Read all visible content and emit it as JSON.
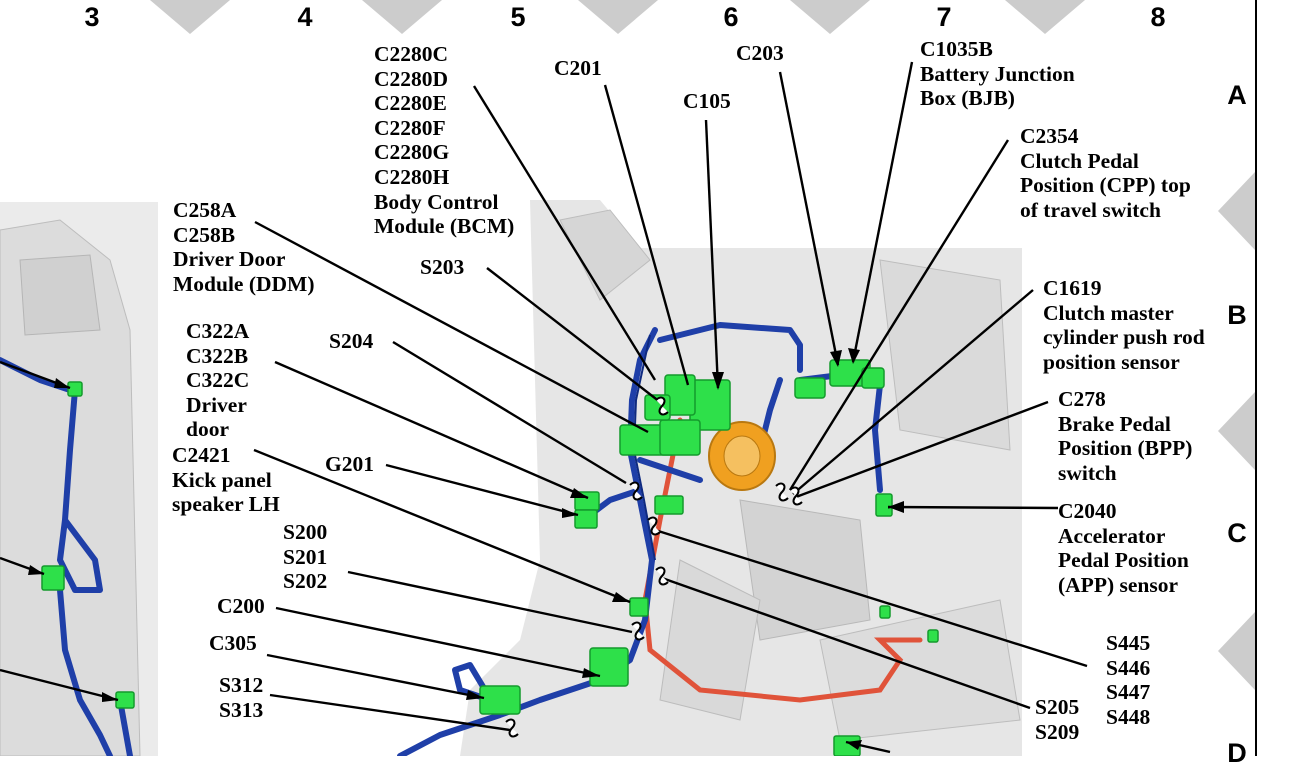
{
  "grid": {
    "columns": [
      "3",
      "4",
      "5",
      "6",
      "7",
      "8"
    ],
    "rows": [
      "A",
      "B",
      "C",
      "D"
    ]
  },
  "callouts": {
    "c2280": [
      "C2280C",
      "C2280D",
      "C2280E",
      "C2280F",
      "C2280G",
      "C2280H",
      "Body Control",
      "Module (BCM)"
    ],
    "c201": [
      "C201"
    ],
    "c105": [
      "C105"
    ],
    "c203": [
      "C203"
    ],
    "c1035b": [
      "C1035B",
      "Battery Junction",
      "Box (BJB)"
    ],
    "c2354": [
      "C2354",
      "Clutch Pedal",
      "Position (CPP) top",
      "of travel switch"
    ],
    "c258": [
      "C258A",
      "C258B",
      "Driver Door",
      "Module (DDM)"
    ],
    "s203": [
      "S203"
    ],
    "c1619": [
      "C1619",
      "Clutch master",
      "cylinder push rod",
      "position sensor"
    ],
    "c322": [
      "C322A",
      "C322B",
      "C322C",
      "Driver",
      "door"
    ],
    "s204": [
      "S204"
    ],
    "c278": [
      "C278",
      "Brake Pedal",
      "Position (BPP)",
      "switch"
    ],
    "c2421": [
      "C2421",
      "Kick panel",
      "speaker LH"
    ],
    "g201": [
      "G201"
    ],
    "c2040": [
      "C2040",
      "Accelerator",
      "Pedal Position",
      "(APP) sensor"
    ],
    "s200": [
      "S200",
      "S201",
      "S202"
    ],
    "c200": [
      "C200"
    ],
    "c305": [
      "C305"
    ],
    "s312": [
      "S312",
      "S313"
    ],
    "s445": [
      "S445",
      "S446",
      "S447",
      "S448"
    ],
    "s205": [
      "S205",
      "S209"
    ]
  },
  "colors": {
    "harness": "#1f3fa8",
    "connector": "#2ee04a",
    "wire_red": "#e0533a",
    "grommet": "#f0a020",
    "body_panel": "#e4e4e4",
    "grid_marker": "#cccccc"
  }
}
